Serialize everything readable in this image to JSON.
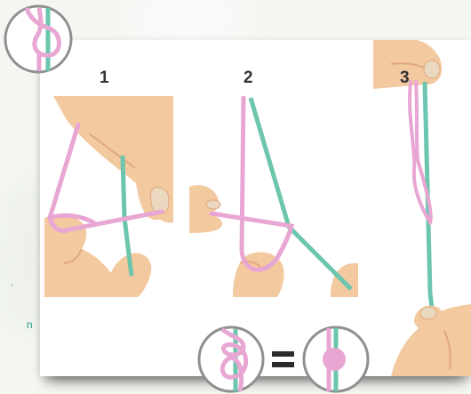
{
  "steps": [
    {
      "label": "1"
    },
    {
      "label": "2"
    },
    {
      "label": "3"
    }
  ],
  "side_text": [
    ".",
    "n"
  ],
  "colors": {
    "pink": "#e8a6d2",
    "pink_dark": "#d98ec3",
    "teal": "#6cc5ad",
    "skin": "#f3c9a0",
    "skin_shadow": "#dfa97c",
    "circle_stroke": "#8f8f8f"
  },
  "icons": {
    "top_left": "knot-loop-icon",
    "bottom_left": "double-loop-icon",
    "equals": "equals-icon",
    "bottom_right": "bead-knot-icon"
  }
}
